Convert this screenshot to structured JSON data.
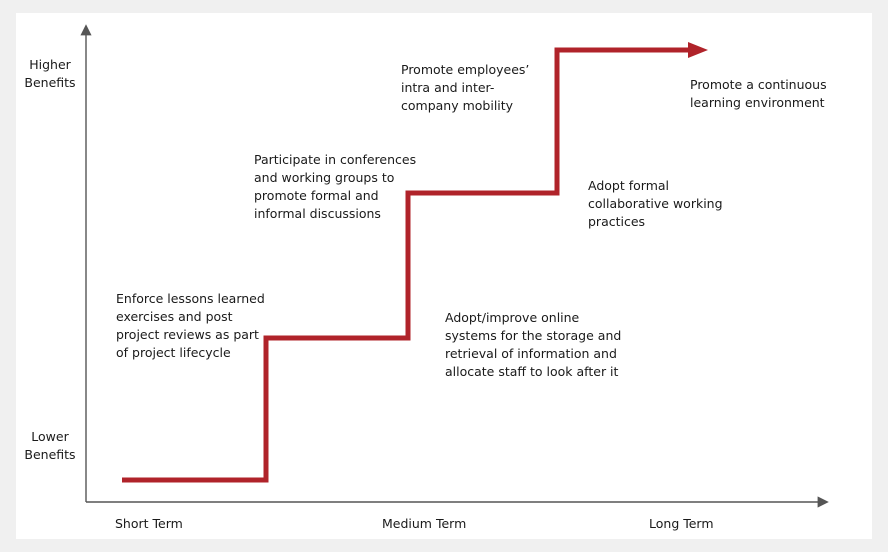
{
  "axis": {
    "y_high": "Higher\nBenefits",
    "y_low": "Lower\nBenefits",
    "x_labels": [
      "Short Term",
      "Medium Term",
      "Long Term"
    ]
  },
  "colors": {
    "staircase": "#b0232a",
    "axis": "#555555",
    "text": "#1a1a1a"
  },
  "notes": [
    "Enforce lessons learned\nexercises and post\nproject reviews as part\nof project lifecycle",
    "Participate in conferences\nand working groups to\npromote formal and\ninformal discussions",
    "Adopt/improve online\nsystems for the storage and\nretrieval of information and\nallocate staff to look after it",
    "Promote employees’\nintra and inter-\ncompany mobility",
    "Adopt formal\ncollaborative working\npractices",
    "Promote a continuous\nlearning environment"
  ]
}
